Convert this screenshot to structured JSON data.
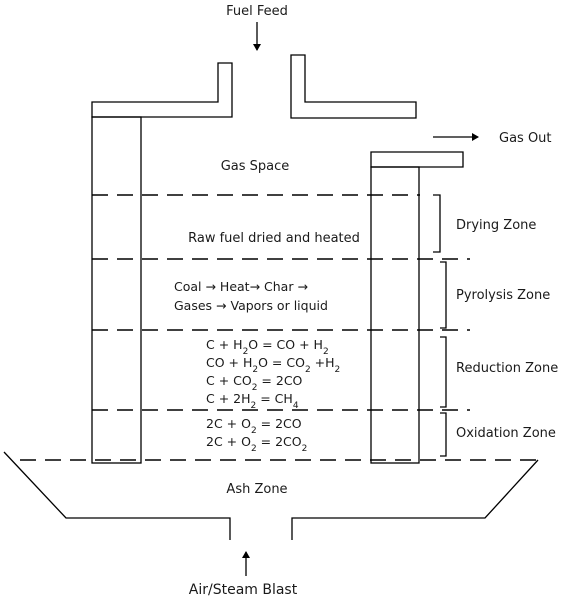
{
  "labels": {
    "fuel_feed": "Fuel Feed",
    "gas_out": "Gas Out",
    "gas_space": "Gas Space",
    "ash_zone": "Ash Zone",
    "air_steam": "Air/Steam Blast"
  },
  "zones": {
    "drying": "Drying Zone",
    "pyrolysis": "Pyrolysis Zone",
    "reduction": "Reduction Zone",
    "oxidation": "Oxidation Zone"
  },
  "descriptions": {
    "drying": "Raw fuel dried and heated",
    "pyrolysis_line1": "Coal → Heat→ Char →",
    "pyrolysis_line2": "Gases → Vapors or liquid"
  },
  "reactions": {
    "reduction": [
      [
        "C + H",
        "2",
        "O = CO + H",
        "2",
        ""
      ],
      [
        "CO + H",
        "2",
        "O = CO",
        "2",
        " +H",
        "2"
      ],
      [
        "C + CO",
        "2",
        " = 2CO"
      ],
      [
        "C + 2H",
        "2",
        " =  CH",
        "4"
      ]
    ],
    "oxidation": [
      [
        "2C + O",
        "2",
        " =  2CO"
      ],
      [
        "2C + O",
        "2",
        " =  2CO",
        "2"
      ]
    ]
  }
}
